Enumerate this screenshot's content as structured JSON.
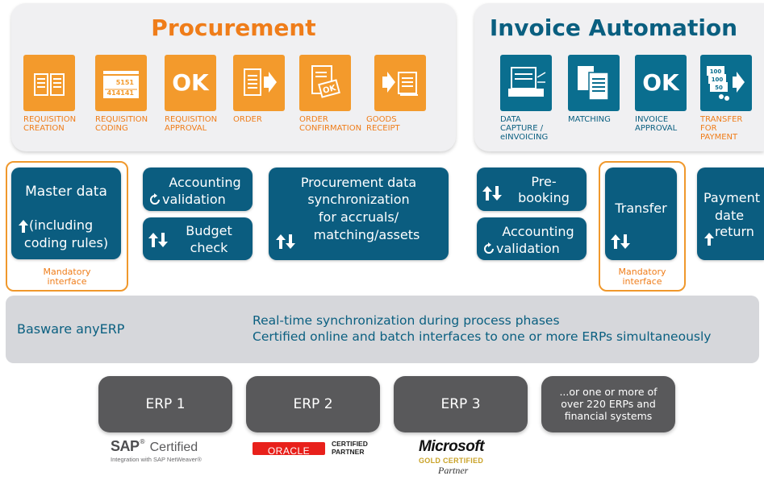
{
  "procurement": {
    "title": "Procurement",
    "steps": [
      {
        "label_line1": "REQUISITION",
        "label_line2": "CREATION",
        "icon": "requisition-book-icon"
      },
      {
        "label_line1": "REQUISITION",
        "label_line2": "CODING",
        "icon": "coding-form-icon",
        "icon_text1": "5151",
        "icon_text2": "414141"
      },
      {
        "label_line1": "REQUISITION",
        "label_line2": "APPROVAL",
        "icon": "ok-icon",
        "icon_text": "OK"
      },
      {
        "label_line1": "ORDER",
        "label_line2": "",
        "icon": "order-send-icon"
      },
      {
        "label_line1": "ORDER",
        "label_line2": "CONFIRMATION",
        "icon": "order-confirmation-icon",
        "icon_text": "OK"
      },
      {
        "label_line1": "GOODS",
        "label_line2": "RECEIPT",
        "icon": "goods-receipt-icon"
      }
    ]
  },
  "invoice_automation": {
    "title": "Invoice Automation",
    "steps": [
      {
        "label_line1": "DATA",
        "label_line2": "CAPTURE /",
        "label_line3": "eINVOICING",
        "icon": "scanner-icon"
      },
      {
        "label_line1": "MATCHING",
        "label_line2": "",
        "label_line3": "",
        "icon": "documents-icon"
      },
      {
        "label_line1": "INVOICE",
        "label_line2": "APPROVAL",
        "label_line3": "",
        "icon": "ok-icon",
        "icon_text": "OK"
      },
      {
        "label_line1": "TRANSFER",
        "label_line2": "FOR",
        "label_line3": "PAYMENT",
        "icon": "money-transfer-icon",
        "icon_text1": "100",
        "icon_text2": "100",
        "icon_text3": "50"
      }
    ]
  },
  "integration_boxes": {
    "master_data": {
      "line1": "Master data",
      "line2": "(including",
      "line3": "coding rules)",
      "mandatory": "Mandatory",
      "interface": "interface"
    },
    "accounting_validation_left": {
      "line1": "Accounting",
      "line2": "validation"
    },
    "budget_check": {
      "line1": "Budget",
      "line2": "check"
    },
    "procurement_sync": {
      "line1": "Procurement data",
      "line2": "synchronization",
      "line3": "for accruals/",
      "line4": "matching/assets"
    },
    "prebooking": {
      "line1": "Pre-",
      "line2": "booking"
    },
    "accounting_validation_right": {
      "line1": "Accounting",
      "line2": "validation"
    },
    "transfer": {
      "line1": "Transfer",
      "mandatory": "Mandatory",
      "interface": "interface"
    },
    "payment_date": {
      "line1": "Payment",
      "line2": "date",
      "line3": "return"
    }
  },
  "anyerp": {
    "name": "Basware anyERP",
    "line1": "Real-time synchronization during process phases",
    "line2": "Certified online and batch interfaces to one or more ERPs simultaneously"
  },
  "erps": [
    {
      "label": "ERP 1"
    },
    {
      "label": "ERP 2"
    },
    {
      "label": "ERP 3"
    },
    {
      "line1": "...or one or more of",
      "line2": "over 220 ERPs and",
      "line3": "financial systems"
    }
  ],
  "logos": {
    "sap": {
      "brand": "SAP",
      "reg": "®",
      "certified": "Certified",
      "sub": "Integration with SAP NetWeaver®"
    },
    "oracle": {
      "brand": "ORACLE",
      "cert1": "CERTIFIED",
      "cert2": "PARTNER"
    },
    "microsoft": {
      "brand": "Microsoft",
      "gold": "GOLD CERTIFIED",
      "partner": "Partner"
    }
  },
  "colors": {
    "orange": "#f39a2c",
    "orange_text": "#ef7d1a",
    "teal": "#0b5d80",
    "panel_bg": "#f0f0f2",
    "erp_bar": "#d6d7db",
    "erp_box": "#59595b"
  }
}
